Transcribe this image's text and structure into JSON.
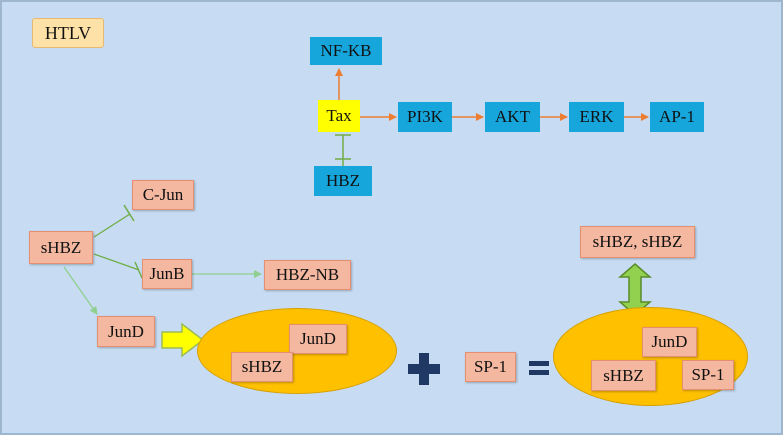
{
  "title": "HTLV",
  "tax_pathway": {
    "tax": "Tax",
    "nfkb": "NF-KB",
    "hbz": "HBZ",
    "pi3k": "PI3K",
    "akt": "AKT",
    "erk": "ERK",
    "ap1": "AP-1"
  },
  "shbz_pathway": {
    "shbz": "sHBZ",
    "cjun": "C-Jun",
    "junb": "JunB",
    "hbz_nb": "HBZ-NB",
    "jund": "JunD",
    "complex1": {
      "jund": "JunD",
      "shbz": "sHBZ"
    },
    "plus": "+",
    "sp1": "SP-1",
    "equals": "=",
    "complex2": {
      "jund": "JunD",
      "shbz": "sHBZ",
      "sp1": "SP-1"
    },
    "dimer": "sHBZ, sHBZ"
  },
  "colors": {
    "background": "#c7dcf2",
    "blue_node": "#16a6dc",
    "tax_node": "#ffff00",
    "salmon_node": "#f4b7a0",
    "ellipse": "#ffc000",
    "orange_arrow": "#ed7d31",
    "green_line": "#70ad47",
    "operator": "#1f3864"
  }
}
